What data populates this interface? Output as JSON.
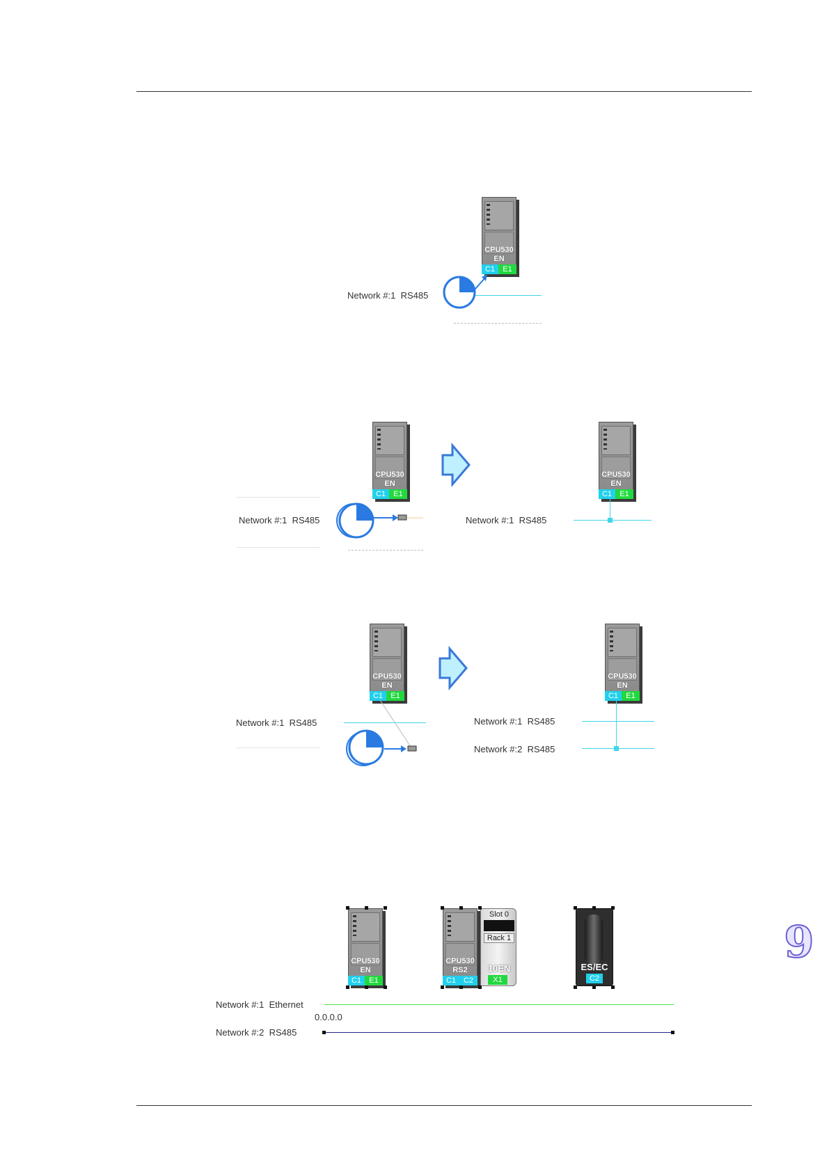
{
  "colors": {
    "rs485_line": "#3fd6ea",
    "ethernet_line": "#4fdc4f",
    "rs485_dark_line": "#22228a",
    "port_c": "#21d0ec",
    "port_e": "#21d93f",
    "arrow_fill": "#bff0ff",
    "arrow_stroke": "#3a78d8",
    "cursor_blue": "#2a7ae2"
  },
  "icons": [
    "mouse-cursor-icon",
    "right-arrow-icon"
  ],
  "figure1": {
    "module": {
      "name_line1": "CPU530",
      "name_line2": "EN",
      "port1": "C1",
      "port2": "E1"
    },
    "network_label": "Network #:1  RS485"
  },
  "figure2": {
    "before": {
      "module": {
        "name_line1": "CPU530",
        "name_line2": "EN",
        "port1": "C1",
        "port2": "E1"
      },
      "network_label": "Network #:1  RS485"
    },
    "after": {
      "module": {
        "name_line1": "CPU530",
        "name_line2": "EN",
        "port1": "C1",
        "port2": "E1"
      },
      "network_label": "Network #:1  RS485"
    }
  },
  "figure3": {
    "before": {
      "module": {
        "name_line1": "CPU530",
        "name_line2": "EN",
        "port1": "C1",
        "port2": "E1"
      },
      "network_label": "Network #:1  RS485"
    },
    "after": {
      "module": {
        "name_line1": "CPU530",
        "name_line2": "EN",
        "port1": "C1",
        "port2": "E1"
      },
      "network_label_1": "Network #:1  RS485",
      "network_label_2": "Network #:2  RS485"
    }
  },
  "figure4": {
    "module_a": {
      "name_line1": "CPU530",
      "name_line2": "EN",
      "port1": "C1",
      "port2": "E1"
    },
    "module_b": {
      "name_line1": "CPU530",
      "name_line2": "RS2",
      "port1": "C1",
      "port2": "C2",
      "slot_label": "Slot 0",
      "rack_label": "Rack 1",
      "ext_name": "10EN",
      "ext_port": "X1"
    },
    "module_c": {
      "name": "ES/EC",
      "port": "C2"
    },
    "network_label_1": "Network #:1  Ethernet",
    "ip_address": "0.0.0.0",
    "network_label_2": "Network #:2  RS485"
  },
  "chapter_badge": "9"
}
